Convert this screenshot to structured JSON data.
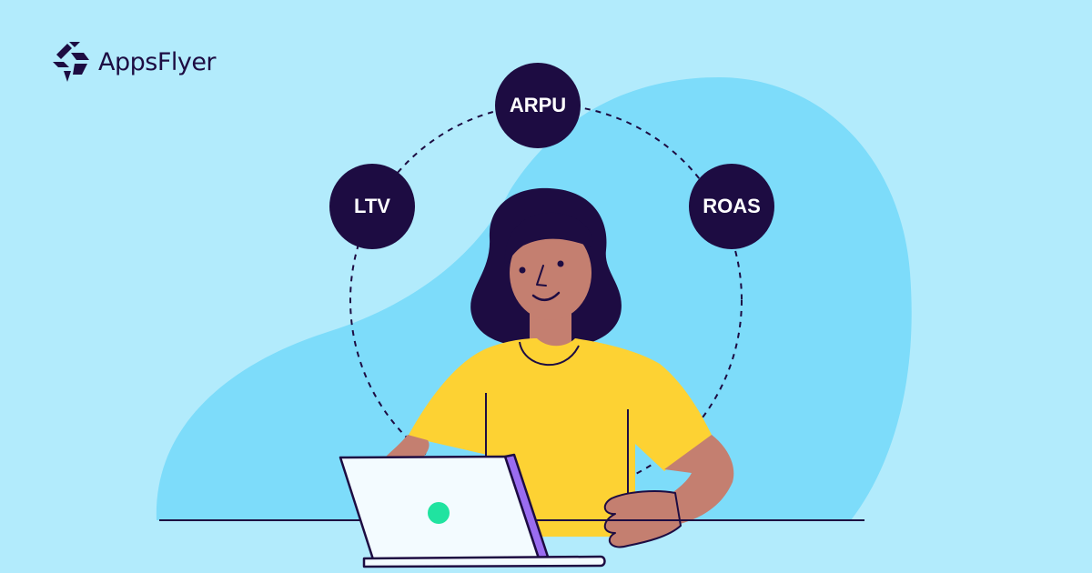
{
  "brand": {
    "name": "AppsFlyer",
    "logo_icon": "appsflyer-logo-icon"
  },
  "metrics": [
    {
      "label": "ARPU"
    },
    {
      "label": "LTV"
    },
    {
      "label": "ROAS"
    }
  ],
  "colors": {
    "background": "#b2ebfc",
    "blob": "#7ddcfa",
    "navy": "#1d0c42",
    "shirt": "#fdd233",
    "skin": "#c47f70",
    "laptop": "#f3fbff",
    "laptop_accent": "#9a6cf0",
    "laptop_dot": "#20e3a0"
  }
}
